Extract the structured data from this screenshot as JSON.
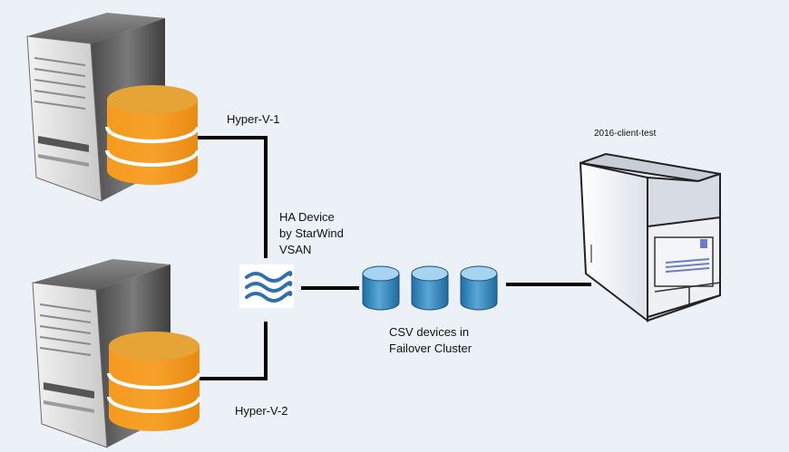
{
  "servers": {
    "hyperv1": {
      "label": "Hyper-V-1"
    },
    "hyperv2": {
      "label": "Hyper-V-2"
    },
    "client": {
      "label": "2016-client-test"
    }
  },
  "ha_device": {
    "line1": "HA Device",
    "line2": "by StarWind",
    "line3": "VSAN"
  },
  "csv": {
    "line1": "CSV devices in",
    "line2": "Failover Cluster"
  },
  "colors": {
    "background": "#ecf1f7",
    "disk_orange": "#f7931e",
    "disk_orange_top": "#e8a53a",
    "cylinder_blue": "#2f86c0",
    "cylinder_blue_top": "#9fd0ee",
    "wave_blue": "#2e6fb0",
    "line": "#000000"
  },
  "icons": {
    "server": "server-tower-icon",
    "disk": "database-icon",
    "starwind": "starwind-wave-icon",
    "csv": "cylinder-storage-icon"
  }
}
